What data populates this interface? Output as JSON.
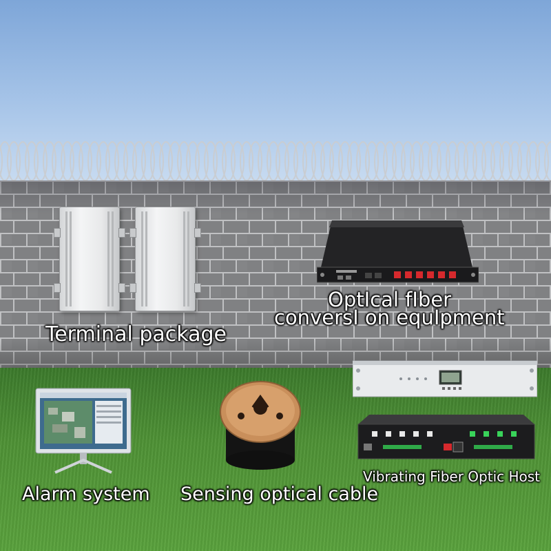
{
  "labels": {
    "terminal_package": "Terminal package",
    "converter_line1": "OptIcal fIber",
    "converter_line2": "conversI on equIpment",
    "alarm_system": "Alarm system",
    "sensing_cable": "Sensing optical cable",
    "host": "Vibrating Fiber Optic Host"
  },
  "colors": {
    "sky_top": "#7ea6d8",
    "wall": "#7f8082",
    "grass": "#4f9236",
    "label_text": "#ffffff"
  },
  "icons": {
    "monitor": "computer-monitor-icon",
    "spool": "cable-spool-icon"
  }
}
